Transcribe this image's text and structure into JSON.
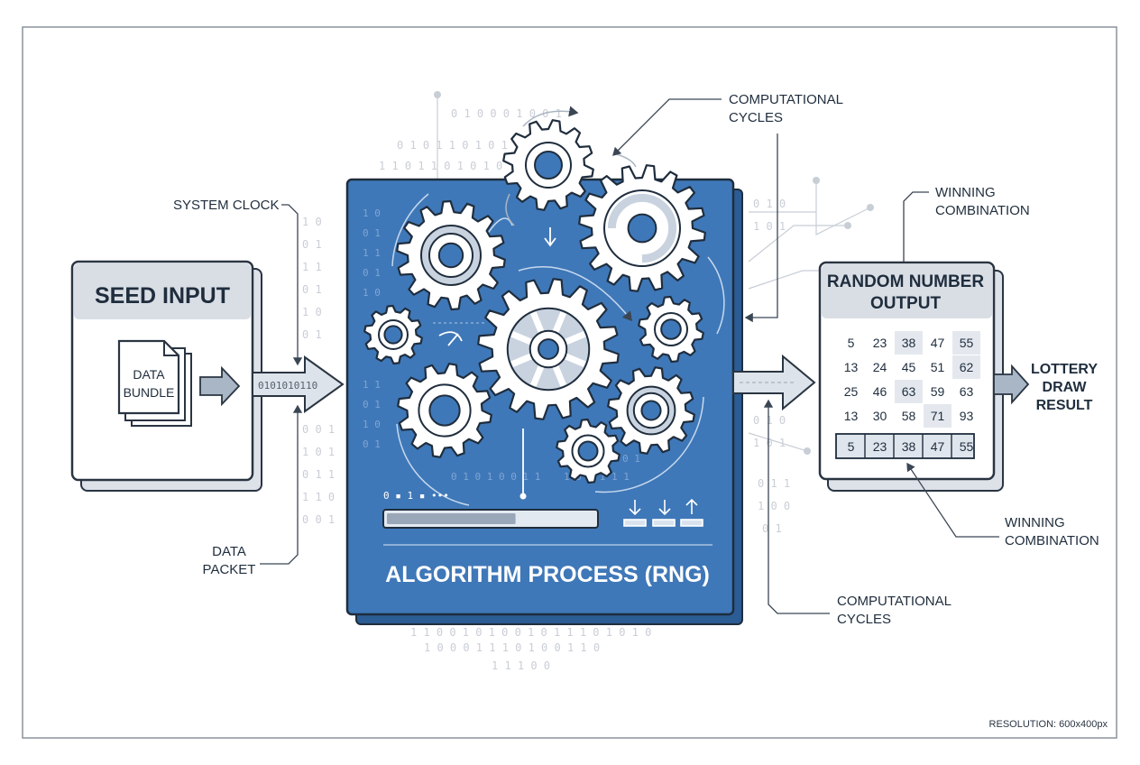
{
  "seed_input": {
    "title": "SEED INPUT",
    "bundle_line1": "DATA",
    "bundle_line2": "BUNDLE"
  },
  "labels": {
    "system_clock": "SYSTEM CLOCK",
    "data_packet_line1": "DATA",
    "data_packet_line2": "PACKET",
    "cycles_top_line1": "COMPUTATIONAL",
    "cycles_top_line2": "CYCLES",
    "cycles_bottom_line1": "COMPUTATIONAL",
    "cycles_bottom_line2": "CYCLES",
    "winning_top_line1": "WINNING",
    "winning_top_line2": "COMBINATION",
    "winning_bottom_line1": "WINNING",
    "winning_bottom_line2": "COMBINATION"
  },
  "arrow_binary": "0101010110",
  "algorithm": {
    "title": "ALGORITHM PROCESS (RNG)",
    "progress": 0.62,
    "status_glyphs": "0 ▪ 1 ▪ •••"
  },
  "output": {
    "title_line1": "RANDOM NUMBER",
    "title_line2": "OUTPUT",
    "grid": [
      [
        "5",
        "23",
        "38",
        "47",
        "55"
      ],
      [
        "13",
        "24",
        "45",
        "51",
        "62"
      ],
      [
        "25",
        "46",
        "63",
        "59",
        "63"
      ],
      [
        "13",
        "30",
        "58",
        "71",
        "93"
      ]
    ],
    "winning_row": [
      "5",
      "23",
      "38",
      "47",
      "55"
    ]
  },
  "result": {
    "line1": "LOTTERY",
    "line2": "DRAW",
    "line3": "RESULT"
  },
  "footer": {
    "resolution": "RESOLUTION: 600x400px"
  },
  "colors": {
    "blue": "#3f78b8",
    "blue_dark": "#2b5c94",
    "navy": "#1f2d3d",
    "panel_grey": "#d9dee5",
    "gear_fill": "#ffffff",
    "gear_inner": "#c9d3df"
  }
}
